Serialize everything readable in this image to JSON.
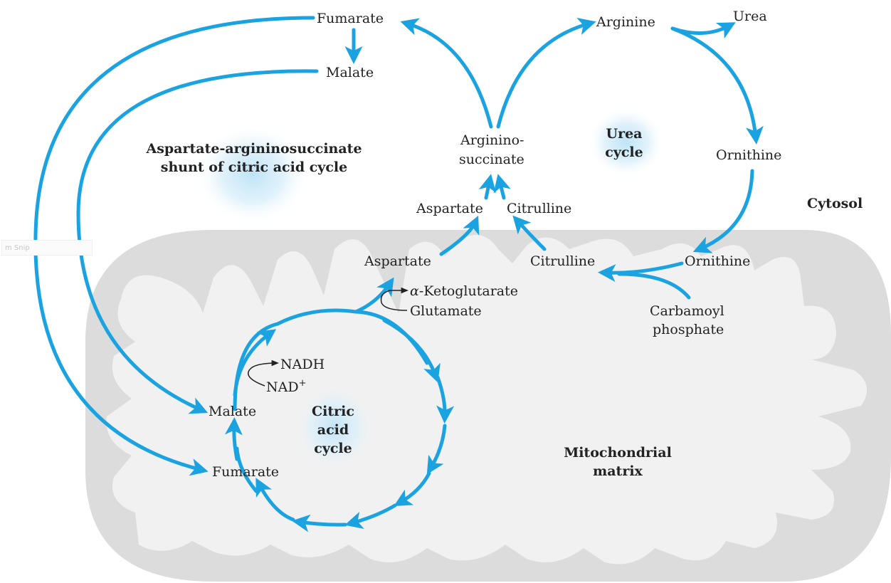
{
  "labels": {
    "fumarate_cyto": "Fumarate",
    "malate_cyto": "Malate",
    "arginine": "Arginine",
    "urea": "Urea",
    "argininosuccinate_l1": "Arginino-",
    "argininosuccinate_l2": "succinate",
    "ornithine_cyto": "Ornithine",
    "aspartate_cyto": "Aspartate",
    "citrulline_cyto": "Citrulline",
    "aspartate_mito": "Aspartate",
    "citrulline_mito": "Citrulline",
    "ornithine_mito": "Ornithine",
    "carbamoyl_l1": "Carbamoyl",
    "carbamoyl_l2": "phosphate",
    "alpha": "α",
    "ketoglutarate": "-Ketoglutarate",
    "glutamate": "Glutamate",
    "nadh": "NADH",
    "nad": "NAD",
    "nad_sup": "+",
    "malate_mito": "Malate",
    "fumarate_mito": "Fumarate"
  },
  "titles": {
    "shunt_l1": "Aspartate-argininosuccinate",
    "shunt_l2": "shunt of citric acid cycle",
    "urea_l1": "Urea",
    "urea_l2": "cycle",
    "citric_l1": "Citric",
    "citric_l2": "acid",
    "citric_l3": "cycle",
    "cytosol": "Cytosol",
    "matrix_l1": "Mitochondrial",
    "matrix_l2": "matrix"
  },
  "snip_toolbar_text": "m Snip",
  "colors": {
    "arrow": "#1aa3e0",
    "mitochondrion": "#dcdcdc",
    "matrix": "#f1f1f1",
    "glow": "#bfe3f7",
    "text": "#222222"
  }
}
